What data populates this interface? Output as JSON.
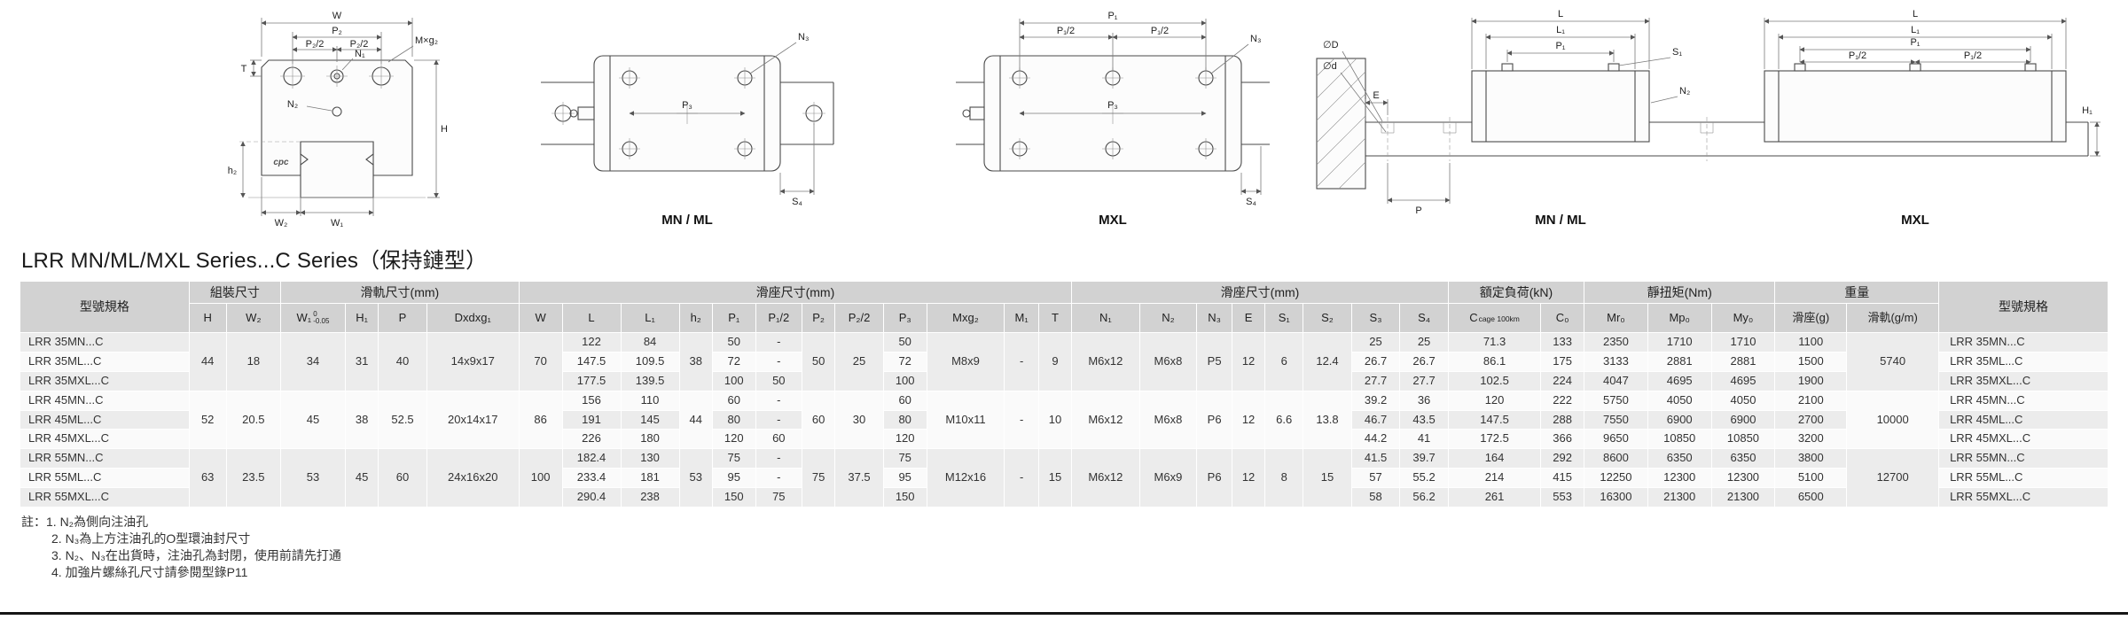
{
  "page": {
    "title": "LRR MN/ML/MXL Series...C Series（保持鏈型）"
  },
  "drawings": {
    "front": {
      "W": "W",
      "P2": "P₂",
      "P2h_l": "P₂/2",
      "P2h_r": "P₂/2",
      "Mg2": "M×g₂",
      "N1": "N₁",
      "N2": "N₂",
      "T": "T",
      "H": "H",
      "h2": "h₂",
      "W2": "W₂",
      "W1": "W₁",
      "logo": "cpc"
    },
    "top_mnml": {
      "P3": "P₃",
      "N3": "N₃",
      "S4": "S₄",
      "caption": "MN / ML"
    },
    "top_mxl": {
      "P1": "P₁",
      "P1h_l": "P₁/2",
      "P1h_r": "P₁/2",
      "P3": "P₃",
      "N3": "N₃",
      "S4": "S₄",
      "caption": "MXL"
    },
    "side": {
      "phiD": "∅D",
      "phid": "∅d",
      "P": "P",
      "E": "E",
      "L": "L",
      "L1": "L₁",
      "P1": "P₁",
      "S1": "S₁",
      "N2": "N₂",
      "L_r": "L",
      "L1_r": "L₁",
      "P1_r": "P₁",
      "P1h_l": "P₁/2",
      "P1h_r": "P₁/2",
      "H1": "H₁",
      "cap_l": "MN / ML",
      "cap_r": "MXL"
    }
  },
  "table": {
    "groups": [
      {
        "label": "型號規格",
        "colspan": 1,
        "rowspan": 2
      },
      {
        "label": "組裝尺寸",
        "colspan": 2
      },
      {
        "label": "滑軌尺寸(mm)",
        "colspan": 4
      },
      {
        "label": "滑座尺寸(mm)",
        "colspan": 12
      },
      {
        "label": "滑座尺寸(mm)",
        "colspan": 8
      },
      {
        "label": "額定負荷(kN)",
        "colspan": 2
      },
      {
        "label": "靜扭矩(Nm)",
        "colspan": 3
      },
      {
        "label": "重量",
        "colspan": 2
      },
      {
        "label": "型號規格",
        "colspan": 1,
        "rowspan": 2
      }
    ],
    "columns": [
      "H",
      "W₂",
      {
        "label": "W₁",
        "tol": "0\n-0.05"
      },
      "H₁",
      "P",
      "Dxdxg₁",
      "W",
      "L",
      "L₁",
      "h₂",
      "P₁",
      "P₁/2",
      "P₂",
      "P₂/2",
      "P₃",
      "Mxg₂",
      "M₁",
      "T",
      "N₁",
      "N₂",
      "N₃",
      "E",
      "S₁",
      "S₂",
      "S₃",
      "S₄",
      {
        "label": "C",
        "sub": "cage 100km"
      },
      "C₀",
      "Mr₀",
      "Mp₀",
      "My₀",
      "滑座(g)",
      "滑軌(g/m)"
    ],
    "rows": [
      {
        "model": "LRR 35MN...C",
        "cells": [
          {
            "v": "44",
            "rs": 3
          },
          {
            "v": "18",
            "rs": 3
          },
          {
            "v": "34",
            "rs": 3
          },
          {
            "v": "31",
            "rs": 3
          },
          {
            "v": "40",
            "rs": 3
          },
          {
            "v": "14x9x17",
            "rs": 3
          },
          {
            "v": "70",
            "rs": 3
          },
          "122",
          "84",
          {
            "v": "38",
            "rs": 3
          },
          "50",
          "-",
          {
            "v": "50",
            "rs": 3
          },
          {
            "v": "25",
            "rs": 3
          },
          "50",
          {
            "v": "M8x9",
            "rs": 3
          },
          {
            "v": "-",
            "rs": 3
          },
          {
            "v": "9",
            "rs": 3
          },
          {
            "v": "M6x12",
            "rs": 3
          },
          {
            "v": "M6x8",
            "rs": 3
          },
          {
            "v": "P5",
            "rs": 3
          },
          {
            "v": "12",
            "rs": 3
          },
          {
            "v": "6",
            "rs": 3
          },
          {
            "v": "12.4",
            "rs": 3
          },
          "25",
          "25",
          "71.3",
          "133",
          "2350",
          "1710",
          "1710",
          "1100",
          {
            "v": "5740",
            "rs": 3
          }
        ]
      },
      {
        "model": "LRR 35ML...C",
        "cells": [
          null,
          null,
          null,
          null,
          null,
          null,
          null,
          "147.5",
          "109.5",
          null,
          "72",
          "-",
          null,
          null,
          "72",
          null,
          null,
          null,
          null,
          null,
          null,
          null,
          null,
          null,
          "26.7",
          "26.7",
          "86.1",
          "175",
          "3133",
          "2881",
          "2881",
          "1500",
          null
        ]
      },
      {
        "model": "LRR 35MXL...C",
        "cells": [
          null,
          null,
          null,
          null,
          null,
          null,
          null,
          "177.5",
          "139.5",
          null,
          "100",
          "50",
          null,
          null,
          "100",
          null,
          null,
          null,
          null,
          null,
          null,
          null,
          null,
          null,
          "27.7",
          "27.7",
          "102.5",
          "224",
          "4047",
          "4695",
          "4695",
          "1900",
          null
        ]
      },
      {
        "model": "LRR 45MN...C",
        "cells": [
          {
            "v": "52",
            "rs": 3
          },
          {
            "v": "20.5",
            "rs": 3
          },
          {
            "v": "45",
            "rs": 3
          },
          {
            "v": "38",
            "rs": 3
          },
          {
            "v": "52.5",
            "rs": 3
          },
          {
            "v": "20x14x17",
            "rs": 3
          },
          {
            "v": "86",
            "rs": 3
          },
          "156",
          "110",
          {
            "v": "44",
            "rs": 3
          },
          "60",
          "-",
          {
            "v": "60",
            "rs": 3
          },
          {
            "v": "30",
            "rs": 3
          },
          "60",
          {
            "v": "M10x11",
            "rs": 3
          },
          {
            "v": "-",
            "rs": 3
          },
          {
            "v": "10",
            "rs": 3
          },
          {
            "v": "M6x12",
            "rs": 3
          },
          {
            "v": "M6x8",
            "rs": 3
          },
          {
            "v": "P6",
            "rs": 3
          },
          {
            "v": "12",
            "rs": 3
          },
          {
            "v": "6.6",
            "rs": 3
          },
          {
            "v": "13.8",
            "rs": 3
          },
          "39.2",
          "36",
          "120",
          "222",
          "5750",
          "4050",
          "4050",
          "2100",
          {
            "v": "10000",
            "rs": 3
          }
        ]
      },
      {
        "model": "LRR 45ML...C",
        "cells": [
          null,
          null,
          null,
          null,
          null,
          null,
          null,
          "191",
          "145",
          null,
          "80",
          "-",
          null,
          null,
          "80",
          null,
          null,
          null,
          null,
          null,
          null,
          null,
          null,
          null,
          "46.7",
          "43.5",
          "147.5",
          "288",
          "7550",
          "6900",
          "6900",
          "2700",
          null
        ]
      },
      {
        "model": "LRR 45MXL...C",
        "cells": [
          null,
          null,
          null,
          null,
          null,
          null,
          null,
          "226",
          "180",
          null,
          "120",
          "60",
          null,
          null,
          "120",
          null,
          null,
          null,
          null,
          null,
          null,
          null,
          null,
          null,
          "44.2",
          "41",
          "172.5",
          "366",
          "9650",
          "10850",
          "10850",
          "3200",
          null
        ]
      },
      {
        "model": "LRR 55MN...C",
        "cells": [
          {
            "v": "63",
            "rs": 3
          },
          {
            "v": "23.5",
            "rs": 3
          },
          {
            "v": "53",
            "rs": 3
          },
          {
            "v": "45",
            "rs": 3
          },
          {
            "v": "60",
            "rs": 3
          },
          {
            "v": "24x16x20",
            "rs": 3
          },
          {
            "v": "100",
            "rs": 3
          },
          "182.4",
          "130",
          {
            "v": "53",
            "rs": 3
          },
          "75",
          "-",
          {
            "v": "75",
            "rs": 3
          },
          {
            "v": "37.5",
            "rs": 3
          },
          "75",
          {
            "v": "M12x16",
            "rs": 3
          },
          {
            "v": "-",
            "rs": 3
          },
          {
            "v": "15",
            "rs": 3
          },
          {
            "v": "M6x12",
            "rs": 3
          },
          {
            "v": "M6x9",
            "rs": 3
          },
          {
            "v": "P6",
            "rs": 3
          },
          {
            "v": "12",
            "rs": 3
          },
          {
            "v": "8",
            "rs": 3
          },
          {
            "v": "15",
            "rs": 3
          },
          "41.5",
          "39.7",
          "164",
          "292",
          "8600",
          "6350",
          "6350",
          "3800",
          {
            "v": "12700",
            "rs": 3
          }
        ]
      },
      {
        "model": "LRR 55ML...C",
        "cells": [
          null,
          null,
          null,
          null,
          null,
          null,
          null,
          "233.4",
          "181",
          null,
          "95",
          "-",
          null,
          null,
          "95",
          null,
          null,
          null,
          null,
          null,
          null,
          null,
          null,
          null,
          "57",
          "55.2",
          "214",
          "415",
          "12250",
          "12300",
          "12300",
          "5100",
          null
        ]
      },
      {
        "model": "LRR 55MXL...C",
        "cells": [
          null,
          null,
          null,
          null,
          null,
          null,
          null,
          "290.4",
          "238",
          null,
          "150",
          "75",
          null,
          null,
          "150",
          null,
          null,
          null,
          null,
          null,
          null,
          null,
          null,
          null,
          "58",
          "56.2",
          "261",
          "553",
          "16300",
          "21300",
          "21300",
          "6500",
          null
        ]
      }
    ]
  },
  "notes": [
    "註：1. N₂為側向注油孔",
    "2. N₃為上方注油孔的O型環油封尺寸",
    "3. N₂、N₃在出貨時，注油孔為封閉，使用前請先打通",
    "4. 加強片螺絲孔尺寸請參閱型錄P11"
  ]
}
